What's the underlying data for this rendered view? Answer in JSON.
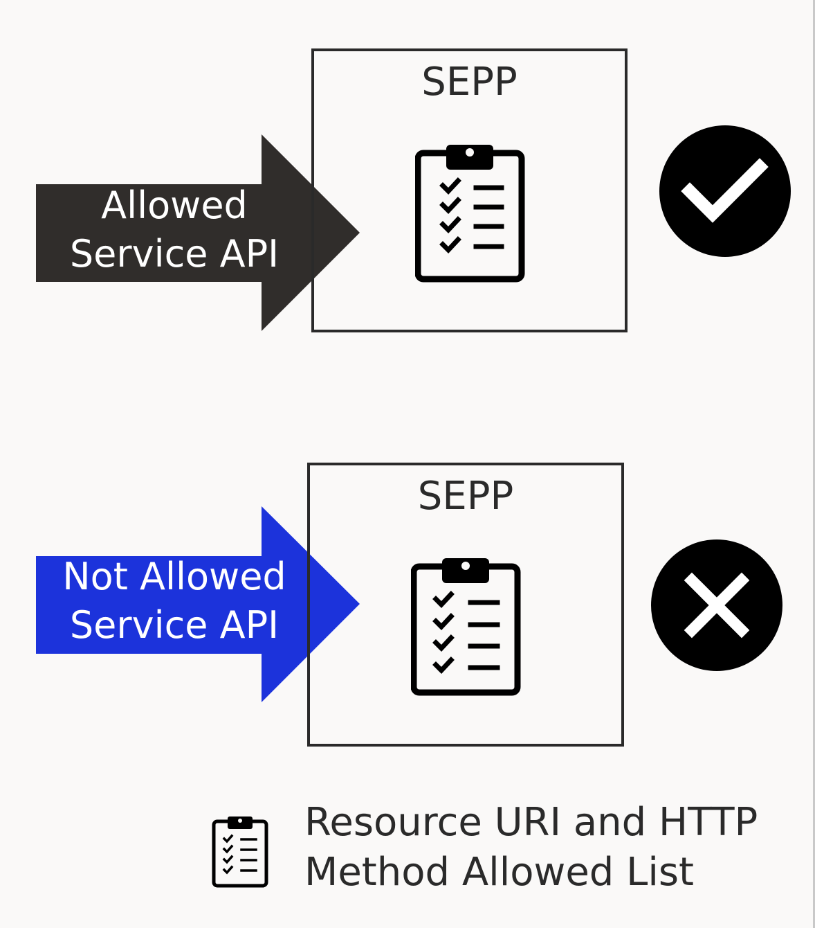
{
  "colors": {
    "allowed_arrow": "#302d2b",
    "not_allowed_arrow": "#1c33db",
    "status_circle": "#000000",
    "background": "#faf9f8"
  },
  "allowed_case": {
    "node_label": "SEPP",
    "arrow_label_line1": "Allowed",
    "arrow_label_line2": "Service API",
    "status_icon": "check-icon"
  },
  "not_allowed_case": {
    "node_label": "SEPP",
    "arrow_label_line1": "Not Allowed",
    "arrow_label_line2": "Service API",
    "status_icon": "x-icon"
  },
  "legend": {
    "icon": "clipboard-checklist-icon",
    "text_line1": "Resource URI and HTTP",
    "text_line2": "Method Allowed List"
  }
}
